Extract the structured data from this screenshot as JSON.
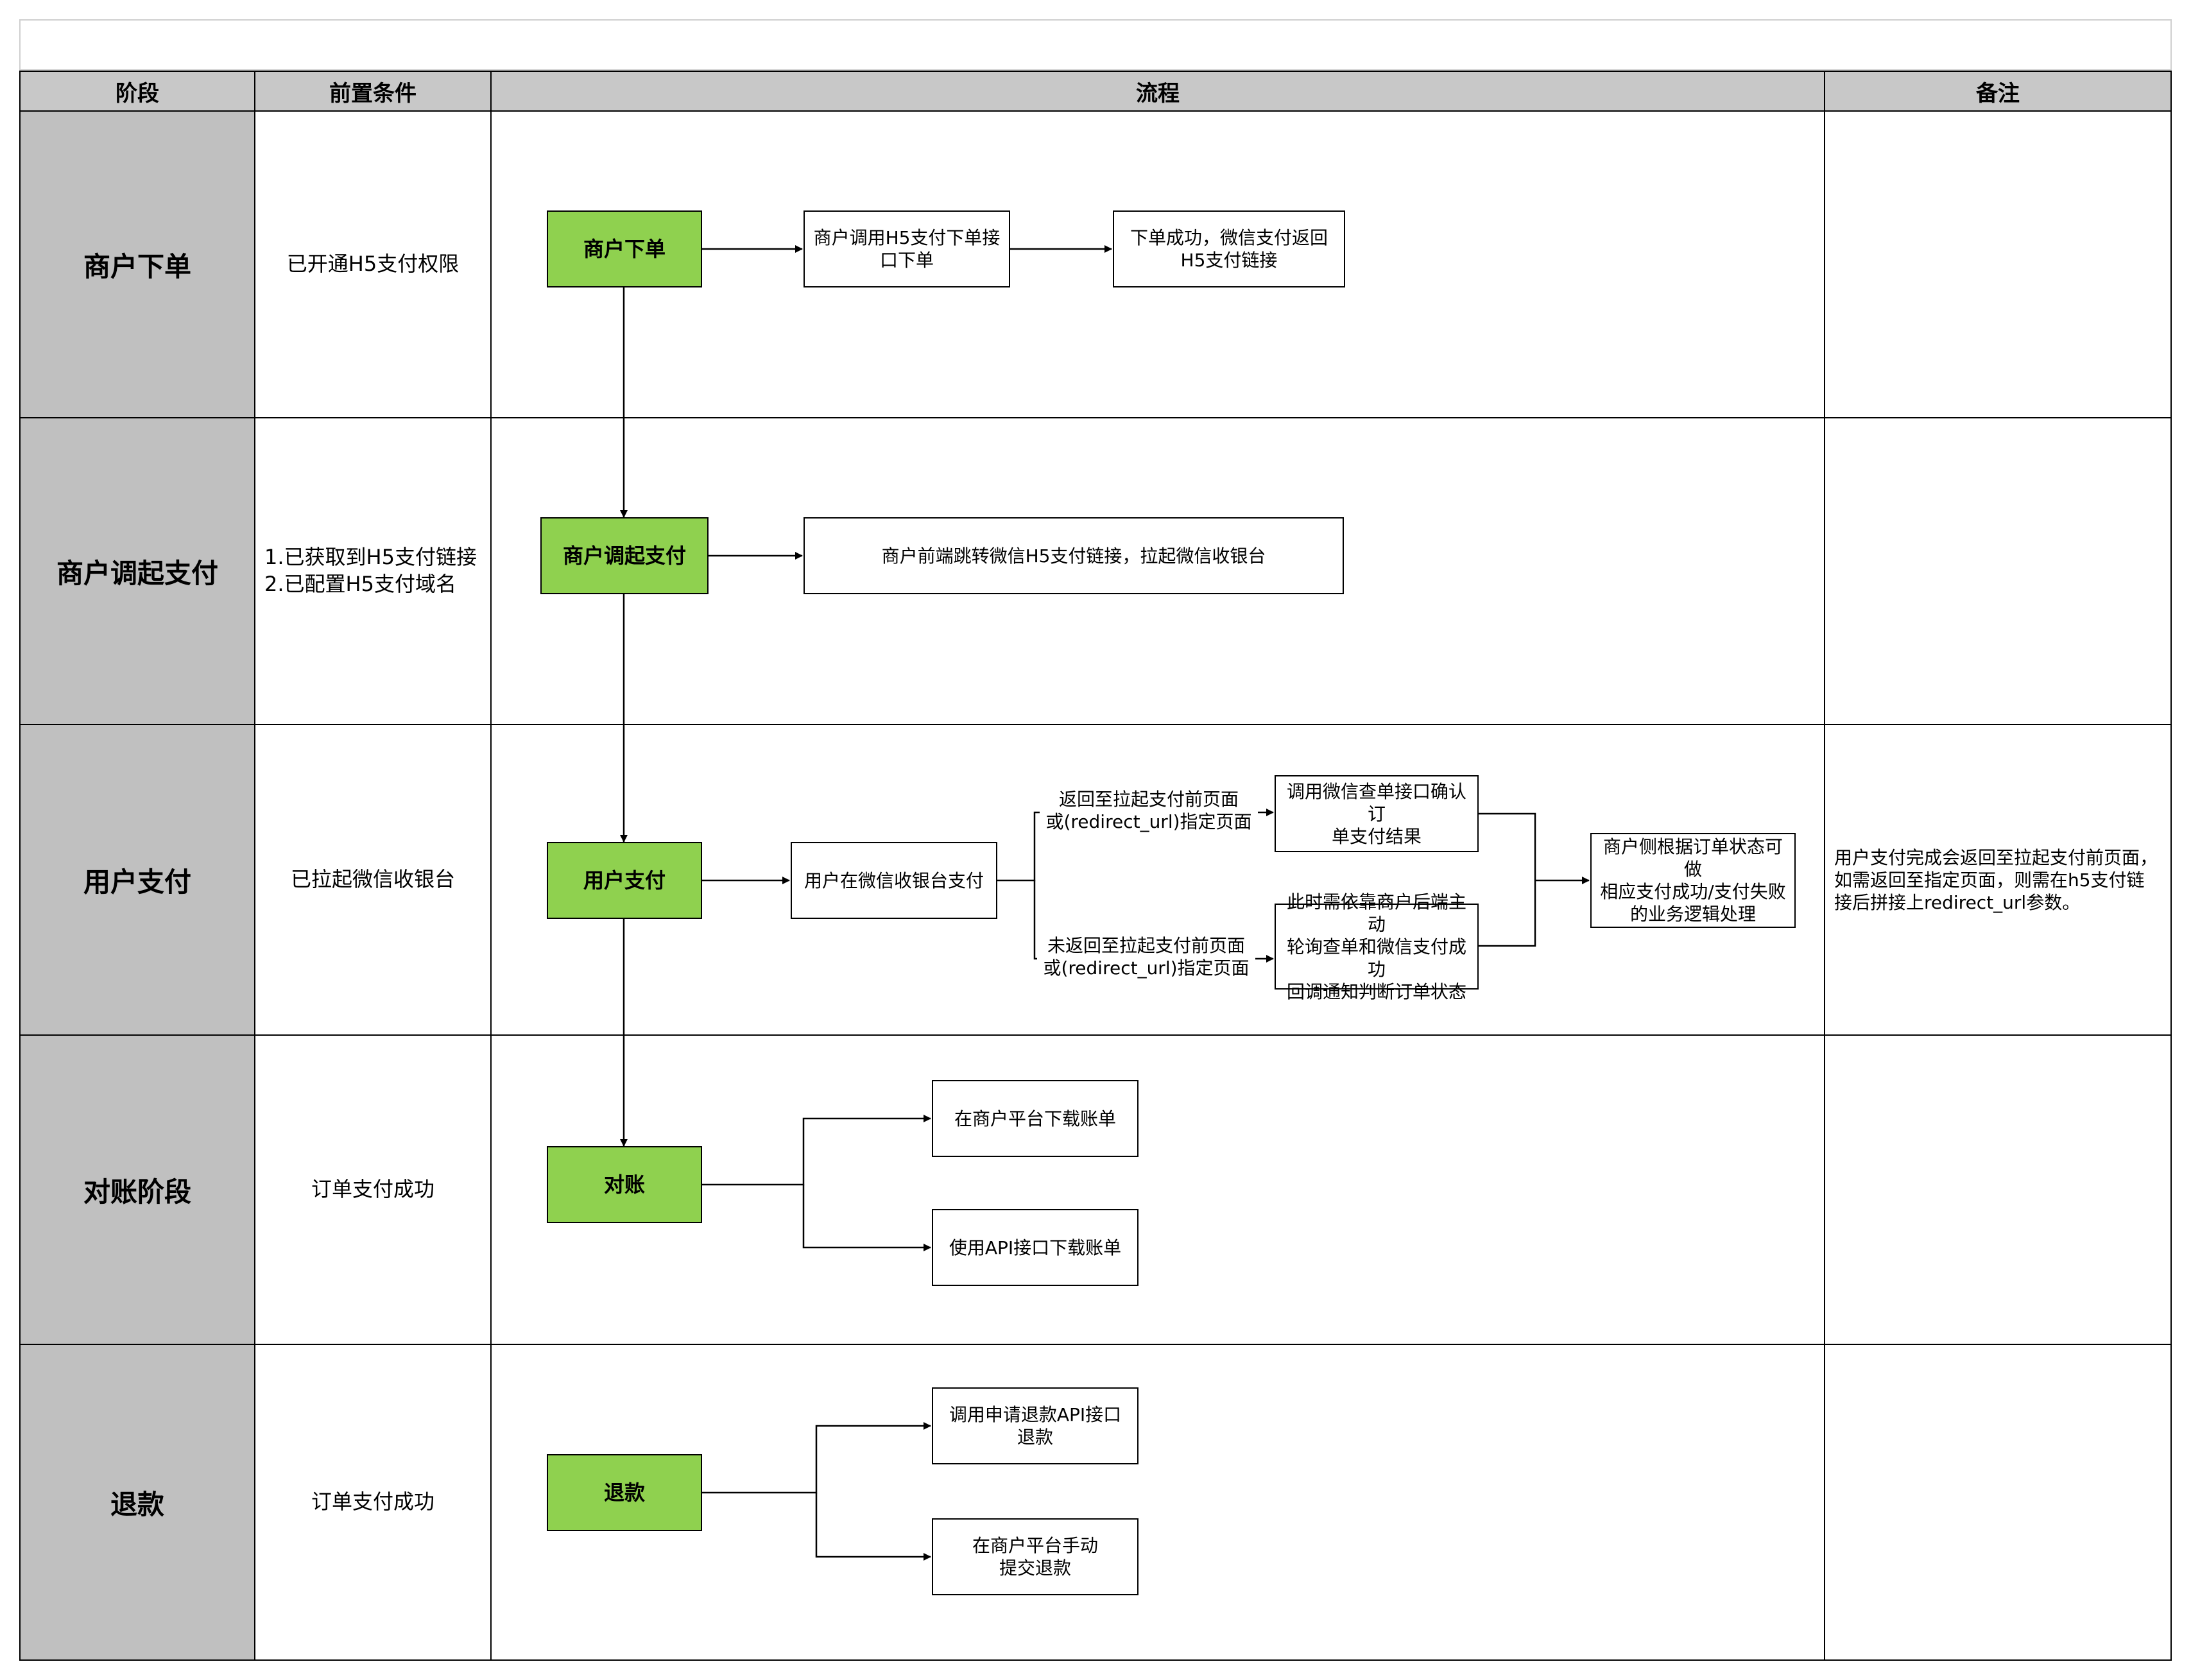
{
  "headers": {
    "stage": "阶段",
    "precondition": "前置条件",
    "flow": "流程",
    "note": "备注"
  },
  "rows": [
    {
      "stage": "商户下单",
      "precondition": "已开通H5支付权限",
      "note": ""
    },
    {
      "stage": "商户调起支付",
      "precondition": "1.已获取到H5支付链接\n2.已配置H5支付域名",
      "note": ""
    },
    {
      "stage": "用户支付",
      "precondition": "已拉起微信收银台",
      "note": "用户支付完成会返回至拉起支付前页面，\n如需返回至指定页面，则需在h5支付链\n接后拼接上redirect_url参数。"
    },
    {
      "stage": "对账阶段",
      "precondition": "订单支付成功",
      "note": ""
    },
    {
      "stage": "退款",
      "precondition": "订单支付成功",
      "note": ""
    }
  ],
  "flow": {
    "order_node": "商户下单",
    "order_call": "商户调用H5支付下单接\n口下单",
    "order_success": "下单成功，微信支付返回\nH5支付链接",
    "invoke_node": "商户调起支付",
    "invoke_redirect": "商户前端跳转微信H5支付链接，拉起微信收银台",
    "pay_node": "用户支付",
    "pay_cashier": "用户在微信收银台支付",
    "branch_return_label": "返回至拉起支付前页面\n或(redirect_url)指定页面",
    "branch_noreturn_label": "未返回至拉起支付前页面\n或(redirect_url)指定页面",
    "query_order": "调用微信查单接口确认订\n单支付结果",
    "poll_notify": "此时需依靠商户后端主动\n轮询查单和微信支付成功\n回调通知判断订单状态",
    "merchant_handle": "商户侧根据订单状态可做\n相应支付成功/支付失败\n的业务逻辑处理",
    "recon_node": "对账",
    "recon_platform": "在商户平台下载账单",
    "recon_api": "使用API接口下载账单",
    "refund_node": "退款",
    "refund_api": "调用申请退款API接口\n退款",
    "refund_manual": "在商户平台手动\n提交退款"
  },
  "colors": {
    "node_green": "#8fd14f",
    "stage_gray": "#c0c0c0",
    "header_gray": "#c8c8c8"
  }
}
